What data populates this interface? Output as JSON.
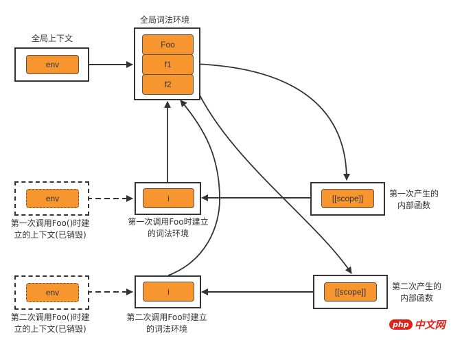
{
  "global_context": {
    "title": "全局上下文",
    "item": "env"
  },
  "global_lexical_env": {
    "title": "全局词法环境",
    "items": [
      "Foo",
      "f1",
      "f2"
    ]
  },
  "first_call": {
    "context_label_line1": "第一次调用Foo()时建",
    "context_label_line2": "立的上下文(已销毁)",
    "context_item": "env",
    "lexical_label_line1": "第一次调用Foo时建立",
    "lexical_label_line2": "的词法环境",
    "lexical_item": "i",
    "inner_fn_label_line1": "第一次产生的",
    "inner_fn_label_line2": "内部函数",
    "inner_fn_item": "[[scope]]"
  },
  "second_call": {
    "context_label_line1": "第二次调用Foo()时建",
    "context_label_line2": "立的上下文(已销毁)",
    "context_item": "env",
    "lexical_label_line1": "第二次调用Foo时建立",
    "lexical_label_line2": "的词法环境",
    "lexical_item": "i",
    "inner_fn_label_line1": "第二次产生的",
    "inner_fn_label_line2": "内部函数",
    "inner_fn_item": "[[scope]]"
  },
  "watermark": {
    "badge": "php",
    "text": "中文网"
  },
  "colors": {
    "node_fill": "#f7962f",
    "stroke": "#333333",
    "watermark": "#e2231a"
  }
}
